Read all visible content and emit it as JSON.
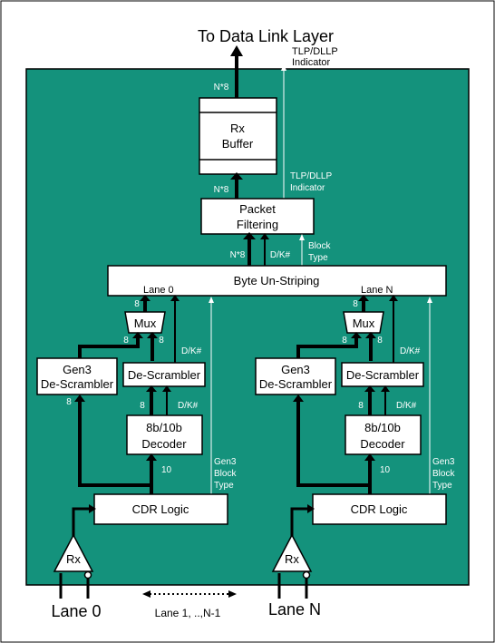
{
  "diagram": {
    "title": "To Data Link Layer",
    "tlp_dllp_top": [
      "TLP/DLLP",
      "Indicator"
    ],
    "tlp_dllp_mid": [
      "TLP/DLLP",
      "Indicator"
    ],
    "n8": "N*8",
    "dk": "D/K#",
    "block_type": [
      "Block",
      "Type"
    ],
    "rx_buffer": [
      "Rx",
      "Buffer"
    ],
    "packet_filtering": [
      "Packet",
      "Filtering"
    ],
    "byte_unstriping": "Byte Un-Striping",
    "lane0_tag": "Lane 0",
    "laneN_tag": "Lane N",
    "mux": "Mux",
    "eight": "8",
    "ten": "10",
    "gen3_descrambler": [
      "Gen3",
      "De-Scrambler"
    ],
    "descrambler": "De-Scrambler",
    "decoder": [
      "8b/10b",
      "Decoder"
    ],
    "gen3_block_type": [
      "Gen3",
      "Block",
      "Type"
    ],
    "cdr_logic": "CDR Logic",
    "rx": "Rx",
    "lane0": "Lane 0",
    "laneN": "Lane N",
    "middle_lanes": "Lane 1, ..,N-1",
    "colors": {
      "panel": "#14927c",
      "box": "#ffffff",
      "stroke": "#000000"
    }
  }
}
